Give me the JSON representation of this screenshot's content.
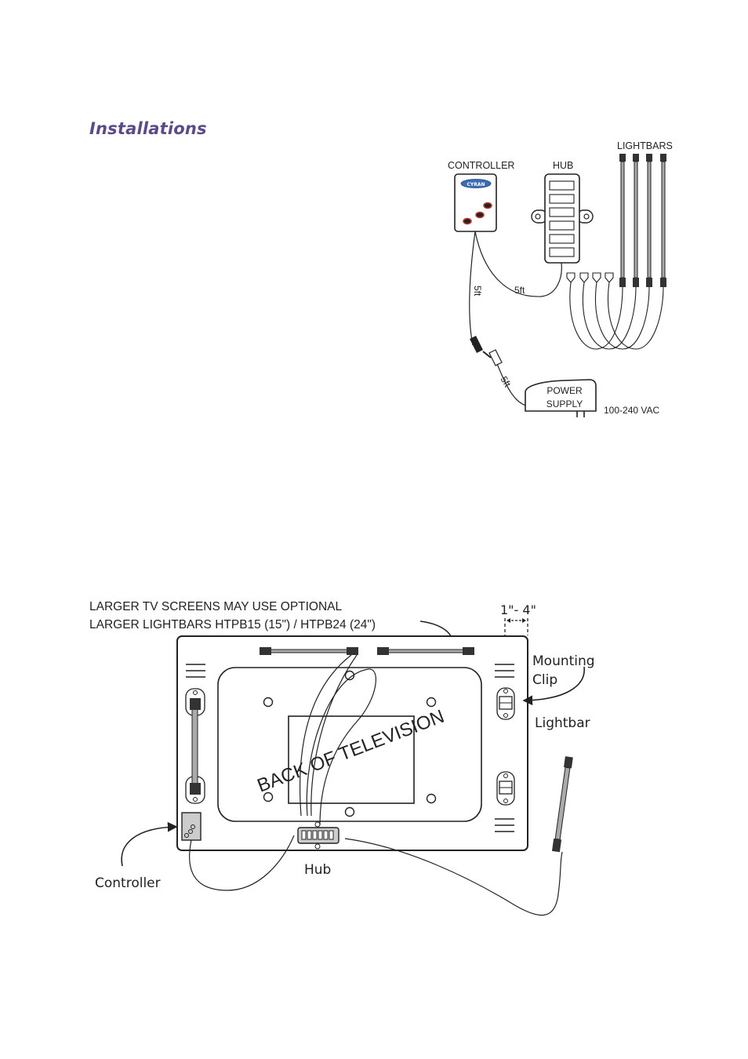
{
  "page": {
    "heading": "Installations"
  },
  "top_diagram": {
    "controller_label": "CONTROLLER",
    "hub_label": "HUB",
    "lightbars_label": "LIGHTBARS",
    "logo_text": "CYRAN",
    "cable_hub_length": "5ft",
    "cable_controller_length": "5ft",
    "cable_power_length": "5ft",
    "power_supply_line1": "POWER",
    "power_supply_line2": "SUPPLY",
    "voltage": "100-240 VAC"
  },
  "bottom_diagram": {
    "note_line1": "LARGER TV SCREENS MAY USE OPTIONAL",
    "note_line2": "LARGER LIGHTBARS HTPB15 (15\") / HTPB24 (24\")",
    "spacing": "1\"- 4\"",
    "mounting_clip_line1": "Mounting",
    "mounting_clip_line2": "Clip",
    "lightbar_label": "Lightbar",
    "tv_label": "BACK OF TELEVISION",
    "hub_label": "Hub",
    "controller_label": "Controller"
  },
  "colors": {
    "heading": "#5b4a8a",
    "line": "#222222",
    "controller_dot": "#c0392b",
    "logo": "#3a6db5"
  }
}
